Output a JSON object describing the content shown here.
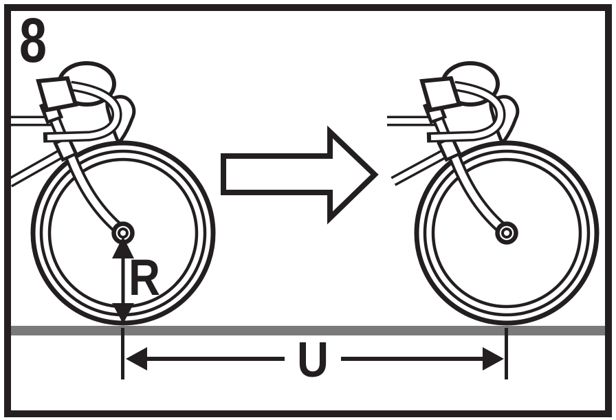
{
  "figure": {
    "number": "8"
  },
  "dimensions": {
    "radius_label": "R",
    "rollout_label": "U"
  },
  "icons": {
    "direction_arrow": "block-arrow-right-icon",
    "radius_arrows": "double-headed-vertical-arrow",
    "rollout_arrows": "outward-horizontal-dimension-arrows"
  },
  "colors": {
    "ink": "#231f20",
    "ground": "#7a7a7a",
    "background": "#ffffff"
  }
}
